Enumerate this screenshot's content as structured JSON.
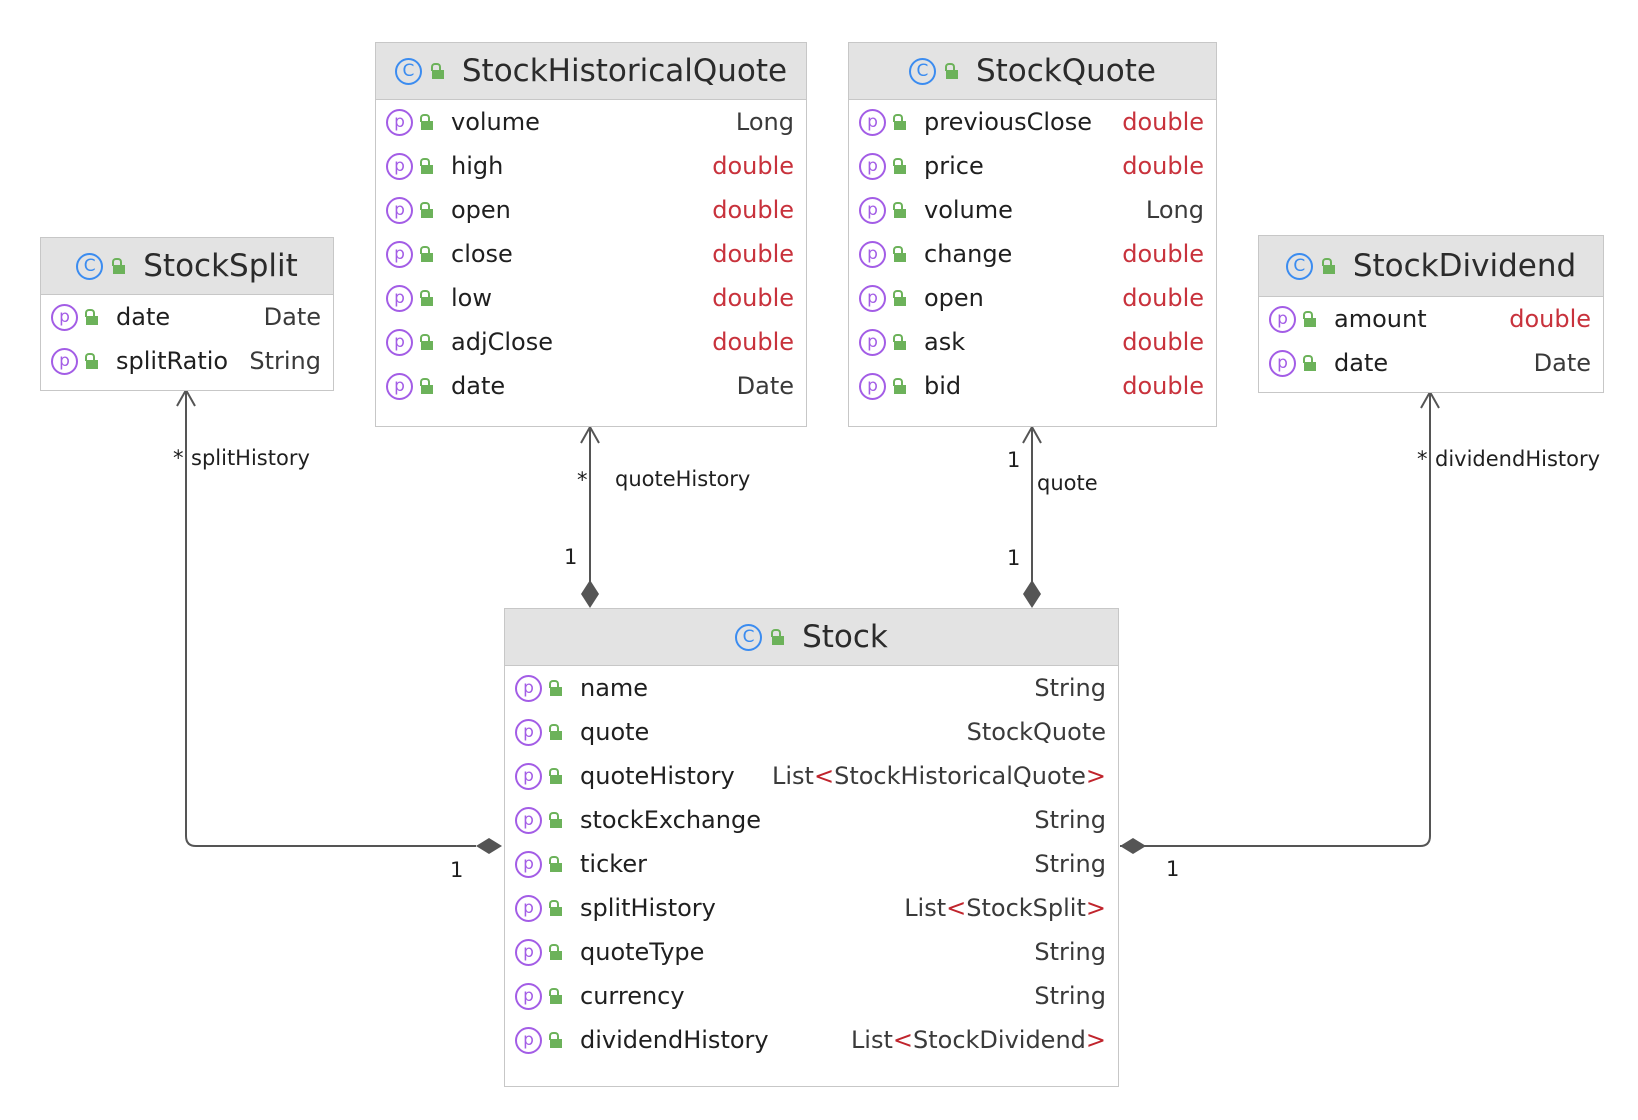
{
  "classes": {
    "shq": {
      "title": "StockHistoricalQuote",
      "fields": [
        {
          "name": "volume",
          "type": "Long"
        },
        {
          "name": "high",
          "type": "double"
        },
        {
          "name": "open",
          "type": "double"
        },
        {
          "name": "close",
          "type": "double"
        },
        {
          "name": "low",
          "type": "double"
        },
        {
          "name": "adjClose",
          "type": "double"
        },
        {
          "name": "date",
          "type": "Date"
        }
      ]
    },
    "sq": {
      "title": "StockQuote",
      "fields": [
        {
          "name": "previousClose",
          "type": "double"
        },
        {
          "name": "price",
          "type": "double"
        },
        {
          "name": "volume",
          "type": "Long"
        },
        {
          "name": "change",
          "type": "double"
        },
        {
          "name": "open",
          "type": "double"
        },
        {
          "name": "ask",
          "type": "double"
        },
        {
          "name": "bid",
          "type": "double"
        }
      ]
    },
    "ss": {
      "title": "StockSplit",
      "fields": [
        {
          "name": "date",
          "type": "Date"
        },
        {
          "name": "splitRatio",
          "type": "String"
        }
      ]
    },
    "sd": {
      "title": "StockDividend",
      "fields": [
        {
          "name": "amount",
          "type": "double"
        },
        {
          "name": "date",
          "type": "Date"
        }
      ]
    },
    "stock": {
      "title": "Stock",
      "fields": [
        {
          "name": "name",
          "type": "String"
        },
        {
          "name": "quote",
          "type": "StockQuote"
        },
        {
          "name": "quoteHistory",
          "type": "List",
          "generic": "StockHistoricalQuote"
        },
        {
          "name": "stockExchange",
          "type": "String"
        },
        {
          "name": "ticker",
          "type": "String"
        },
        {
          "name": "splitHistory",
          "type": "List",
          "generic": "StockSplit"
        },
        {
          "name": "quoteType",
          "type": "String"
        },
        {
          "name": "currency",
          "type": "String"
        },
        {
          "name": "dividendHistory",
          "type": "List",
          "generic": "StockDividend"
        }
      ]
    }
  },
  "relations": {
    "split": {
      "role": "splitHistory",
      "mult_target": "*",
      "mult_source": "1"
    },
    "quoteHistory": {
      "role": "quoteHistory",
      "mult_target": "*",
      "mult_source": "1"
    },
    "quote": {
      "role": "quote",
      "mult_target": "1",
      "mult_source": "1"
    },
    "dividend": {
      "role": "dividendHistory",
      "mult_target": "*",
      "mult_source": "1"
    }
  },
  "icons": {
    "class_icon": "C",
    "property_icon": "p",
    "class_icon_color": "#3b8cf0",
    "property_icon_color": "#a35de6",
    "lock_icon_color": "#6cb25a"
  },
  "colors": {
    "primitive_type": "#c8323c",
    "generic_bracket": "#c0242c",
    "header_bg": "#e3e3e3",
    "edge": "#555555"
  }
}
